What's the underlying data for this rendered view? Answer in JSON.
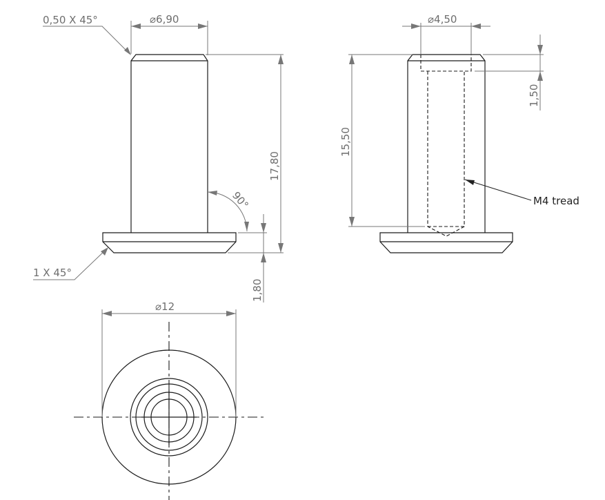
{
  "drawing": {
    "dimensions": {
      "chamfer_top": "0,50 X 45°",
      "shaft_diameter": "⌀6,90",
      "overall_height": "17,80",
      "angle": "90°",
      "flange_chamfer": "1 X 45°",
      "flange_thickness": "1,80",
      "counterbore_diameter": "⌀4,50",
      "counterbore_depth": "1,50",
      "thread_depth": "15,50",
      "flange_diameter": "⌀12"
    },
    "notes": {
      "thread_callout": "M4 tread"
    }
  }
}
